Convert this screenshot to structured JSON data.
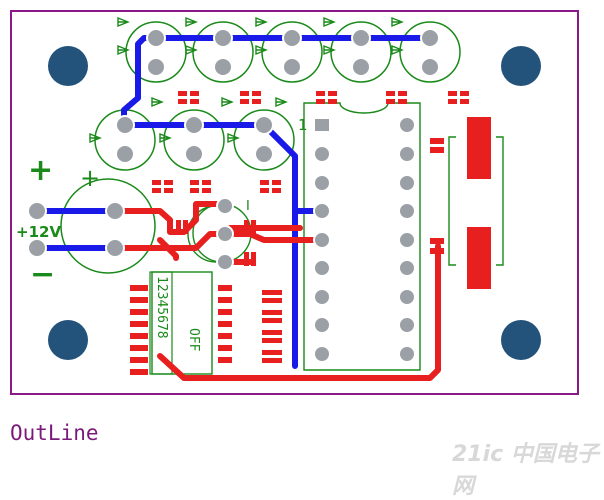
{
  "caption": "OutLine",
  "labels": {
    "plus": "+",
    "minus": "−",
    "voltage": "+12V",
    "pin1": "1",
    "switch_numbers": "12345678",
    "switch_off": "OFF",
    "plus_small": "+",
    "i_mark": "I"
  },
  "watermark": "21ic 中国电子网",
  "colors": {
    "outline": "#8a1a8a",
    "silkscreen": "#1a8a1a",
    "top_copper": "#e81f1f",
    "bottom_copper": "#1a1ae8",
    "mount_hole": "#23527a",
    "pad": "#9aa0a6"
  }
}
